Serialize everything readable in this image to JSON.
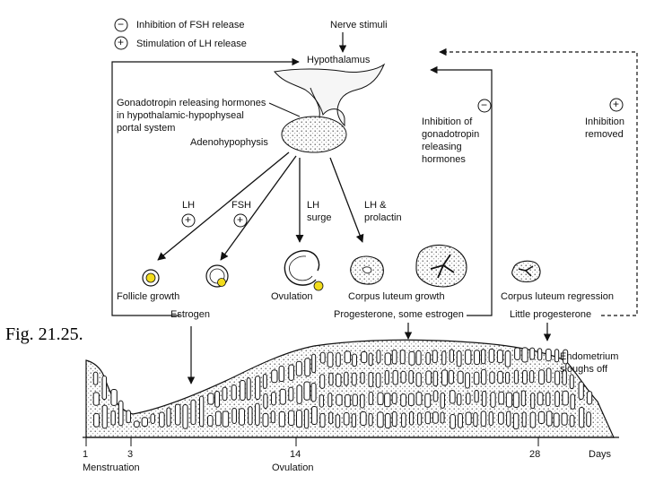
{
  "figure_label": "Fig. 21.25.",
  "legend": {
    "minus_symbol": "−",
    "plus_symbol": "+",
    "inhibition": "Inhibition of FSH release",
    "stimulation": "Stimulation of LH release"
  },
  "top": {
    "nerve_stimuli": "Nerve stimuli",
    "hypothalamus": "Hypothalamus",
    "gnrh_line1": "Gonadotropin releasing hormones",
    "gnrh_line2": "in hypothalamic-hypophyseal",
    "gnrh_line3": "portal system",
    "adenohypophysis": "Adenohypophysis"
  },
  "feedback": {
    "inhibit_symbol": "−",
    "inhibit_line1": "Inhibition of",
    "inhibit_line2": "gonadotropin",
    "inhibit_line3": "releasing",
    "inhibit_line4": "hormones",
    "removed_symbol": "+",
    "removed_line1": "Inhibition",
    "removed_line2": "removed"
  },
  "hormones": {
    "lh": "LH",
    "lh_symbol": "+",
    "fsh": "FSH",
    "fsh_symbol": "+",
    "lh_surge_line1": "LH",
    "lh_surge_line2": "surge",
    "lh_prolactin_line1": "LH &",
    "lh_prolactin_line2": "prolactin"
  },
  "stages": {
    "follicle_growth": "Follicle growth",
    "ovulation": "Ovulation",
    "corpus_luteum_growth": "Corpus luteum growth",
    "corpus_luteum_regression": "Corpus luteum regression",
    "estrogen": "Estrogen",
    "progesterone_some_estrogen": "Progesterone, some estrogen",
    "little_progesterone": "Little progesterone"
  },
  "endometrium": {
    "sloughs_line1": "Endometrium",
    "sloughs_line2": "sloughs off"
  },
  "timeline": {
    "tick_1": "1",
    "tick_3": "3",
    "tick_14": "14",
    "tick_28": "28",
    "days": "Days",
    "menstruation": "Menstruation",
    "ovulation": "Ovulation"
  },
  "colors": {
    "ink": "#111111",
    "egg": "#f2dc1c",
    "gland_fill": "#ffffff",
    "stroma_fill": "#e2e2e2"
  }
}
